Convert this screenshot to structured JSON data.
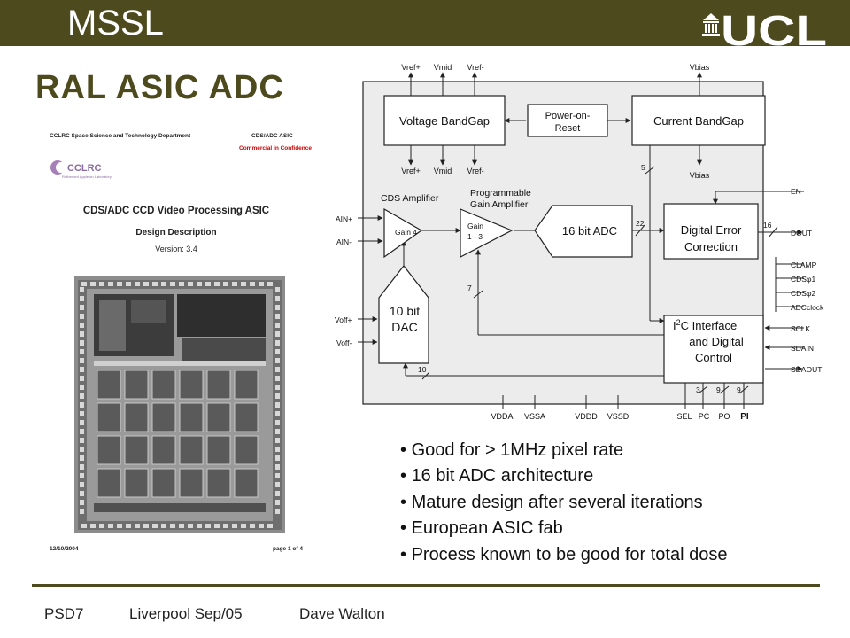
{
  "header": {
    "org": "MSSL",
    "logo_text": "UCL"
  },
  "slide": {
    "title": "RAL ASIC ADC"
  },
  "document": {
    "dept": "CCLRC Space Science and Technology Department",
    "ref": "CDS/ADC ASIC",
    "confidential": "Commercial in Confidence",
    "logo_text": "CCLRC",
    "logo_sub": "Rutherford Appleton Laboratory",
    "heading": "CDS/ADC CCD Video Processing ASIC",
    "subheading": "Design Description",
    "version": "Version: 3.4",
    "date": "12/10/2004",
    "page": "page 1 of 4"
  },
  "diagram": {
    "vref_plus_top": "Vref+",
    "vmid_top": "Vmid",
    "vref_minus_top": "Vref-",
    "vbias_top": "Vbias",
    "voltage_bandgap": "Voltage BandGap",
    "power_on_reset_1": "Power-on-",
    "power_on_reset_2": "Reset",
    "current_bandgap": "Current BandGap",
    "vref_plus_bot": "Vref+",
    "vmid_bot": "Vmid",
    "vref_minus_bot": "Vref-",
    "vbias_bot": "Vbias",
    "bus_5": "5",
    "cds_amplifier": "CDS Amplifier",
    "pga_1": "Programmable",
    "pga_2": "Gain Amplifier",
    "ain_plus": "AIN+",
    "ain_minus": "AIN-",
    "gain4": "Gain 4",
    "gain13_1": "Gain",
    "gain13_2": "1 - 3",
    "adc": "16 bit ADC",
    "bus_22": "22",
    "dec_1": "Digital Error",
    "dec_2": "Correction",
    "bus_16": "16",
    "en": "EN",
    "dout": "DOUT",
    "clamp": "CLAMP",
    "cds1": "CDSφ1",
    "cds2": "CDSφ2",
    "adcclock": "ADCclock",
    "bus_7": "7",
    "dac_1": "10 bit",
    "dac_2": "DAC",
    "voff_plus": "Voff+",
    "voff_minus": "Voff-",
    "i2c_a": "I",
    "i2c_sup": "2",
    "i2c_b": "C Interface",
    "i2c_2": "and Digital",
    "i2c_3": "Control",
    "sclk": "SCLK",
    "sdain": "SDAIN",
    "sdaout": "SDAOUT",
    "bus_10": "10",
    "bus_3": "3",
    "bus_9a": "9",
    "bus_9b": "9",
    "vdda": "VDDA",
    "vssa": "VSSA",
    "vddd": "VDDD",
    "vssd": "VSSD",
    "sel": "SEL",
    "pc": "PC",
    "po": "PO",
    "pi": "PI"
  },
  "bullets": [
    "Good for > 1MHz pixel rate",
    "16 bit ADC architecture",
    "Mature design after several iterations",
    "European ASIC fab",
    "Process known to be good for total dose"
  ],
  "footer": {
    "event": "PSD7",
    "venue": "Liverpool Sep/05",
    "author": "Dave Walton"
  },
  "colors": {
    "brand": "#4d4a1e",
    "diagram_bg": "#ececec",
    "confidential": "#cc0000"
  }
}
